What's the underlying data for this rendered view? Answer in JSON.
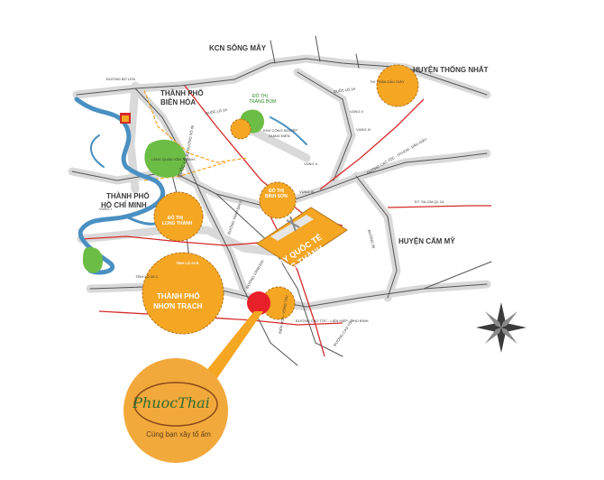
{
  "map": {
    "region_labels": {
      "kcn_song_may": "KCN SÔNG MÂY",
      "bien_hoa_1": "THÀNH PHỐ",
      "bien_hoa_2": "BIÊN HÒA",
      "hcm_1": "THÀNH PHỐ",
      "hcm_2": "HỒ CHÍ MINH",
      "huyen_thong_nhat": "HUYỆN THỐNG NHẤT",
      "huyen_cam_my": "HUYỆN CẨM MỸ",
      "nhon_trach_1": "THÀNH PHỐ",
      "nhon_trach_2": "NHƠN TRẠCH"
    },
    "place_labels": {
      "do_thi_trang_bom_1": "ĐÔ THỊ",
      "do_thi_trang_bom_2": "TRẢNG BOM",
      "do_thi_long_thanh_1": "ĐÔ THỊ",
      "do_thi_long_thanh_2": "LONG THÀNH",
      "do_thi_binh_son_1": "ĐÔ THỊ",
      "do_thi_binh_son_2": "BÌNH SƠN",
      "tri_tran_dau_giay": "THỊ TRẤN DẦU GIÂY",
      "khu_cong_nghiep": "KHU CÔNG NGHIỆP",
      "giang_dien": "GIANG ĐIỀN",
      "ben_quan": "LÀNG QUÂN VĂN THÀNH"
    },
    "airport": {
      "line1": "SÂN BAY QUỐC TẾ",
      "line2": "LONG THÀNH"
    },
    "roads": {
      "ql51": "QUỐC LỘ 51",
      "ql1a_west": "QUỐC LỘ 1A",
      "ql1a_east": "QUỐC LỘ 1A",
      "tinh_lo_25b": "TỈNH LỘ 25 B",
      "tinh_lo_25c": "TỈNH LỘ 25 C",
      "vung_i": "VÙNG I",
      "vung_ii": "VÙNG II",
      "vung_iii": "VÙNG III",
      "vung_iv": "VÙNG IV",
      "vung_v": "VÙNG V",
      "duong_bo_len": "ĐƯỜNG BỜ LEN",
      "duong_cao_toc_east": "ĐƯỜNG CAO TỐC - TP.HCM - DẦU GIÂY",
      "duong_cao_toc_bottom": "ĐƯỜNG CAO TỐC - LIÊN HIỆP - PHÚ BÌNH",
      "dt_sa_cm": "ĐT. SA-CM-QL 1A",
      "ql_56": "ĐƯỜNG 56",
      "duong_sat": "ĐƯỜNG CAO TỐC",
      "vanh_dai": "ĐƯỜNG VÀNH ĐAI 3",
      "duong_46": "ĐƯỜNG SỐ 46",
      "duong_bien_hoa_vt": "BIÊN HÒA - VŨNG TÀU",
      "vanh_dai_4": "ĐƯỜNG VÀNH ĐAI"
    },
    "brand": {
      "name": "PhuocThai",
      "slogan": "Cùng bạn xây tổ ấm"
    },
    "colors": {
      "road_gray": "#d4d4d4",
      "road_dark": "#5a5a5a",
      "red_line": "#d62b2b",
      "orange_area": "#f5a623",
      "orange_dark": "#c97d0e",
      "river": "#4a90c2",
      "park_green": "#6cbd45",
      "marker_red": "#e8202a",
      "brand_gold": "#e9a23b",
      "brand_brown": "#8a4a1a"
    },
    "icons": {
      "compass": "compass-rose-icon",
      "industrial": "factory-icon"
    }
  }
}
